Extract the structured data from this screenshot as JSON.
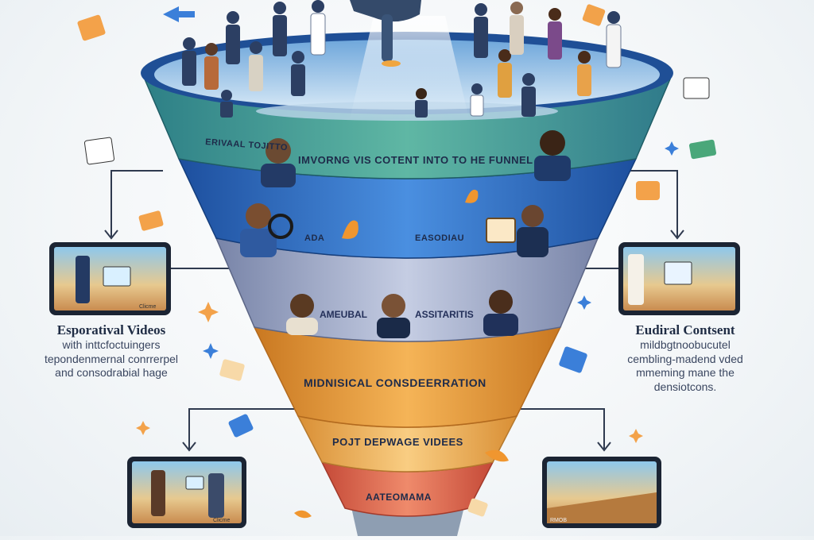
{
  "funnel": {
    "band1_left": "ERIVAAL TOJITTO",
    "band1_main": "IMVORNG VIS COTENT INTO TO HE FUNNEL",
    "band2_left": "ADA",
    "band2_right": "EASODIAU",
    "band3_left": "AMEUBAL",
    "band3_right": "ASSITARITIS",
    "band4": "MIDNISICAL CONSDEERRATION",
    "band5": "POJT DEPWAGE VIDEES",
    "band6": "AATEOMAMA"
  },
  "left_panel": {
    "title": "Esporatival Videos",
    "lines": [
      "with inttcfoctuingers",
      "tepondenmernal conrrerpel",
      "and consodrabial hage"
    ],
    "screen_caption": "Clicme"
  },
  "right_panel": {
    "title": "Eudiral Contsent",
    "lines": [
      "mildbgtnoobucutel",
      "cembling-madend vded",
      "mmeming mane the",
      "densiotcons."
    ]
  },
  "bottom_left_screen": {
    "caption": "Clicme"
  },
  "bottom_right_screen": {
    "caption": "RMOB"
  },
  "colors": {
    "band1": "#3f9a8c",
    "band2": "#2f6fc0",
    "band3": "#9ea9c6",
    "band4": "#e59a3a",
    "band5": "#f0b561",
    "band6": "#e06a52",
    "rim": "#1f4f96",
    "arrow": "#2f3a4f"
  }
}
